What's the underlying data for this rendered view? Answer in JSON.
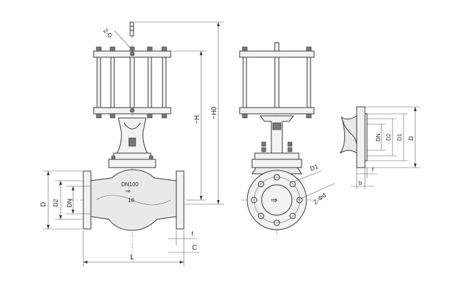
{
  "front_view": {
    "body_mark_size": "DN100",
    "body_mark_pressure": "16",
    "labels": {
      "g": "2-G",
      "h": "~H",
      "h0": "~H0",
      "d": "D",
      "d2": "D2",
      "dn": "DN",
      "l": "L",
      "f": "f",
      "c": "C"
    }
  },
  "side_view": {
    "labels": {
      "d1": "D1",
      "bolt_holes": "Z-Φd"
    }
  },
  "flange_detail": {
    "labels": {
      "dn": "DN",
      "d2": "D2",
      "d1": "D1",
      "d": "D",
      "f": "f",
      "b": "b"
    }
  }
}
